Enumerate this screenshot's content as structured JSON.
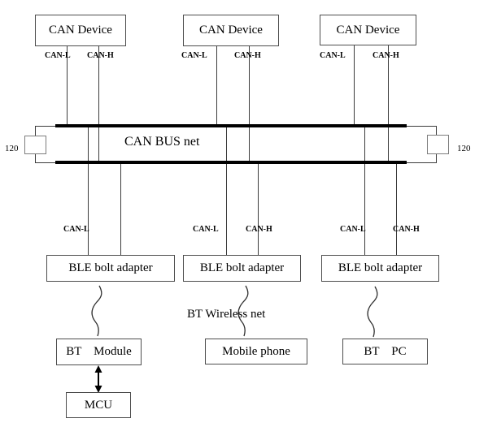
{
  "diagram": {
    "can_devices": [
      {
        "label": "CAN Device"
      },
      {
        "label": "CAN Device"
      },
      {
        "label": "CAN Device"
      }
    ],
    "wire_labels": {
      "can_l": "CAN-L",
      "can_h": "CAN-H"
    },
    "bus": {
      "label": "CAN BUS net",
      "left_terminator": "120",
      "right_terminator": "120"
    },
    "adapters": [
      {
        "label": "BLE bolt adapter"
      },
      {
        "label": "BLE bolt adapter"
      },
      {
        "label": "BLE bolt adapter"
      }
    ],
    "wireless": {
      "label": "BT Wireless net"
    },
    "endpoints": [
      {
        "label": "BT    Module"
      },
      {
        "label": "Mobile phone"
      },
      {
        "label": "BT    PC"
      }
    ],
    "mcu": {
      "label": "MCU"
    }
  },
  "colors": {
    "background": "#ffffff",
    "bus_line": "#000000",
    "line": "#3c3c3c",
    "box_border": "#4d4d4d",
    "text": "#000000"
  }
}
